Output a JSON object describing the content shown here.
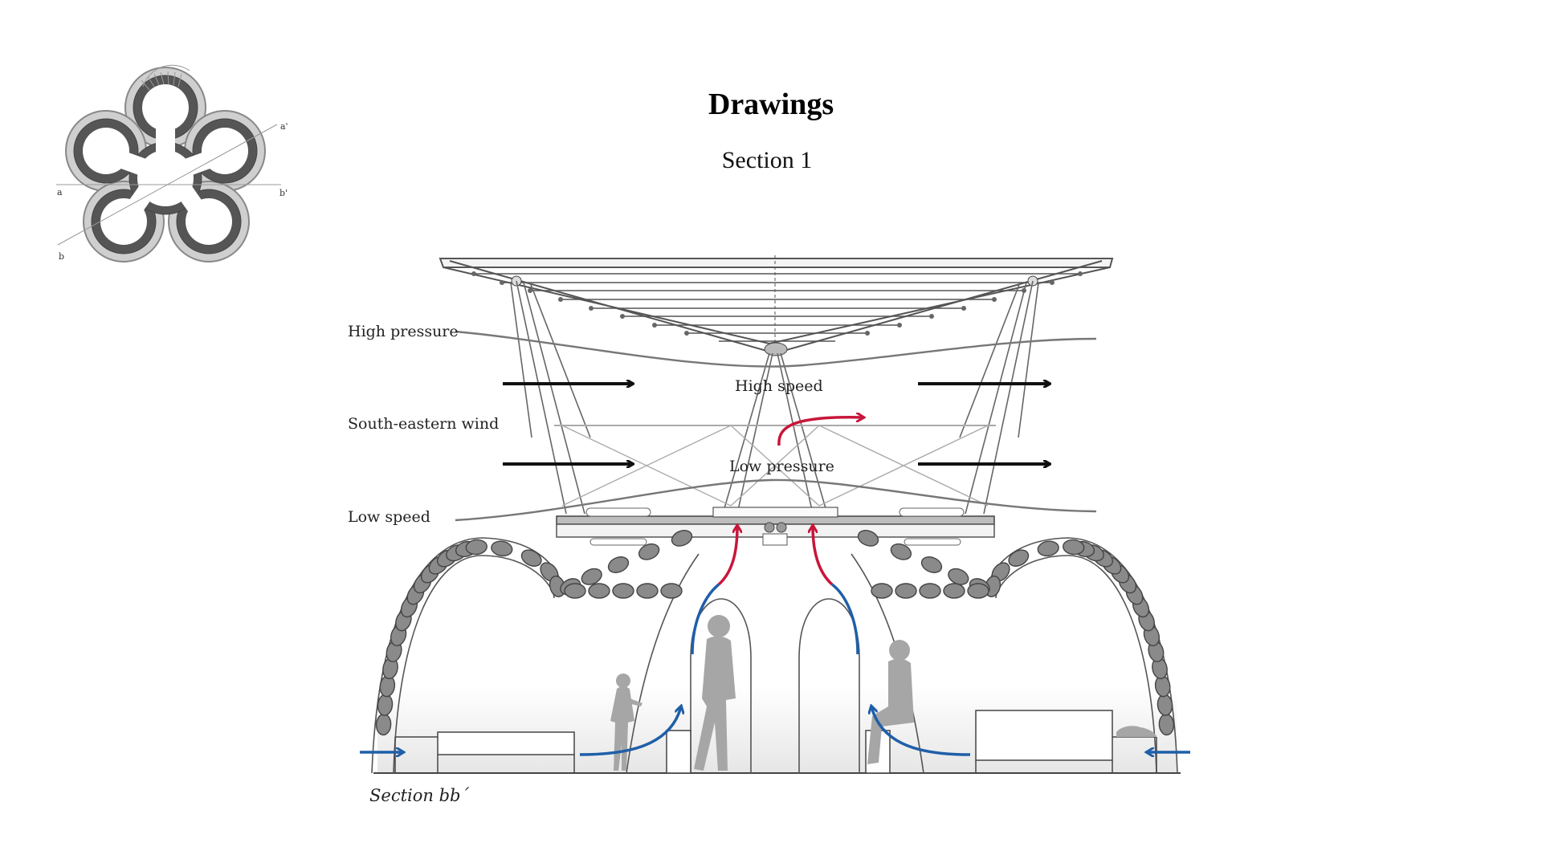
{
  "page": {
    "title": "Drawings",
    "subtitle": "Section 1"
  },
  "plan": {
    "markers": [
      "a",
      "a'",
      "b",
      "b'"
    ]
  },
  "labels": {
    "high_pressure": "High pressure",
    "south_eastern_wind": "South-eastern wind",
    "low_speed": "Low speed",
    "high_speed": "High speed",
    "low_pressure": "Low pressure",
    "section_caption": "Section bb´"
  },
  "colors": {
    "warm_air": "#c8163b",
    "cool_air": "#1f5fa8",
    "wind": "#111111",
    "masonry": "#8a8a8a"
  }
}
